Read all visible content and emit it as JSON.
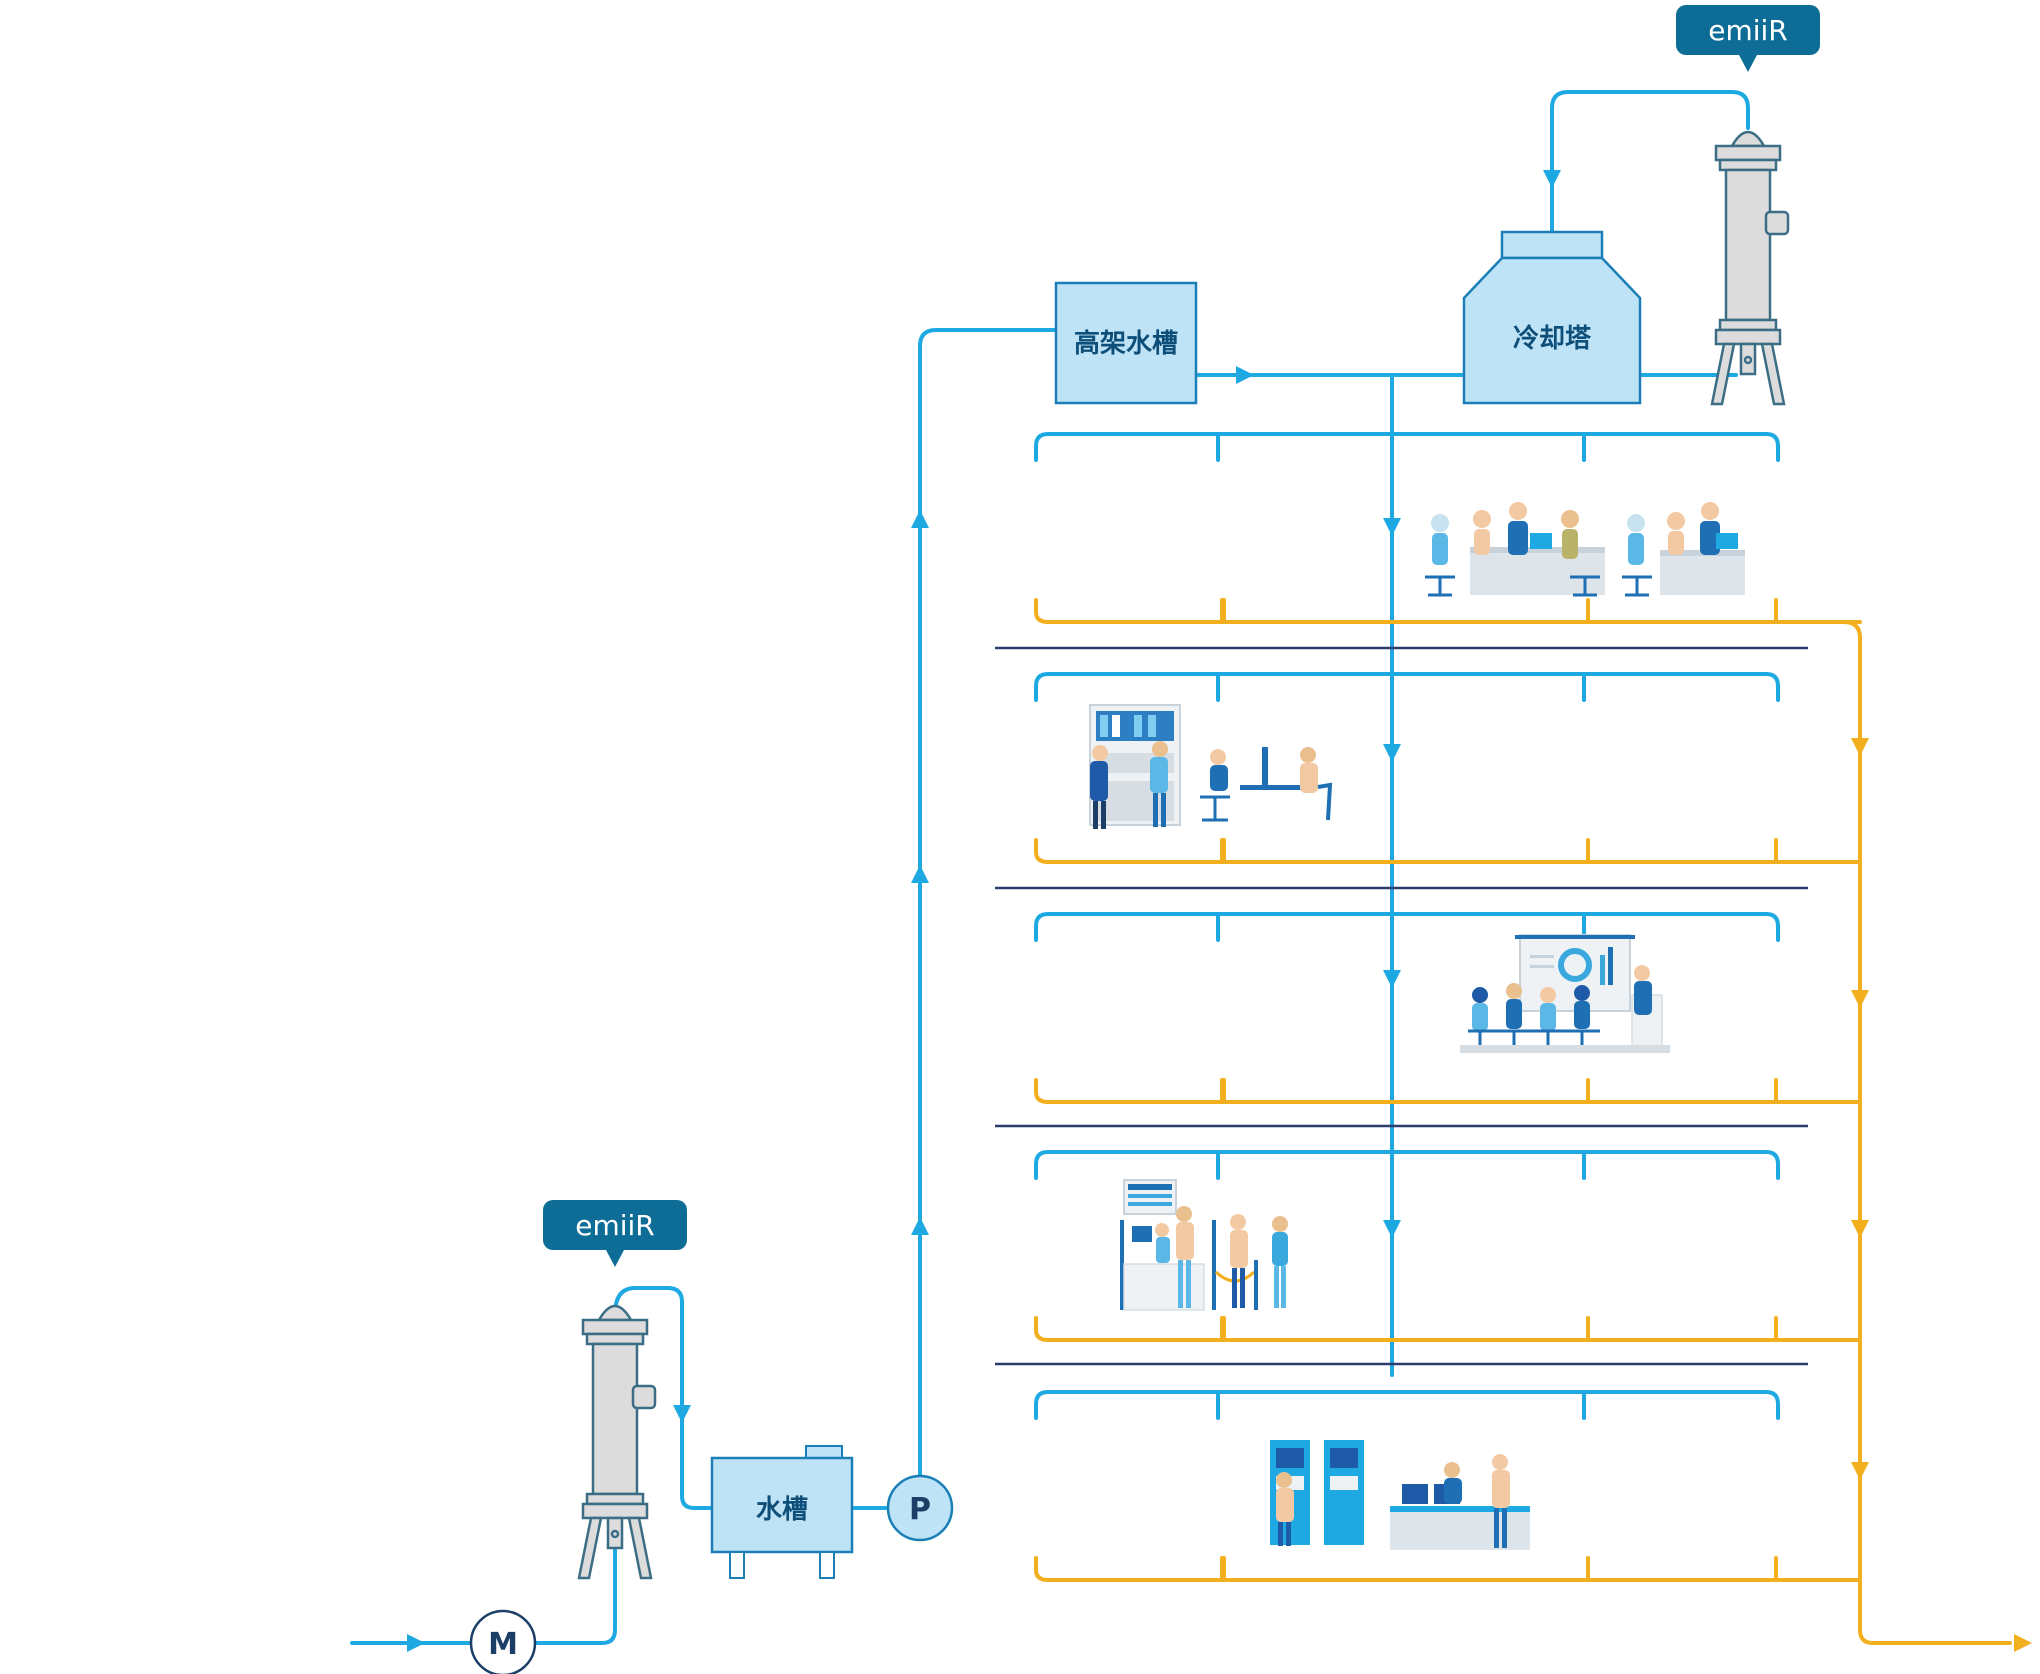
{
  "labels": {
    "elevated_tank": "高架水槽",
    "cooling_tower": "冷却塔",
    "water_tank": "水槽",
    "pump": "P",
    "meter": "M",
    "device_top": "emiiR",
    "device_bottom": "emiiR"
  },
  "colors": {
    "supply_line": "#1fa9e3",
    "drain_line": "#f2b01e",
    "floor_line": "#2a3d6d",
    "tank_fill": "#bfe3f6",
    "tank_stroke": "#1b7fb7",
    "badge": "#0e6d96",
    "device_body": "#dcdcdc",
    "device_stroke": "#3b6e86"
  },
  "icons": [
    "office-meeting-icon",
    "office-desk-icon",
    "bookshelf-icon",
    "office-workers-icon",
    "presentation-icon",
    "bank-counter-icon",
    "atm-icon",
    "reception-desk-icon"
  ]
}
